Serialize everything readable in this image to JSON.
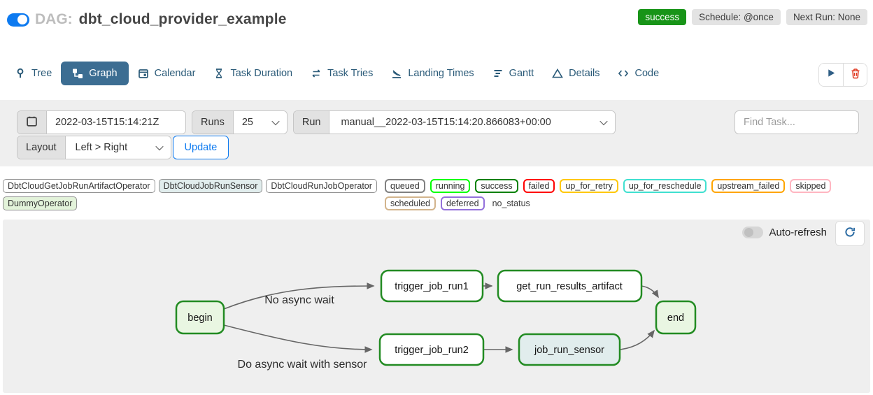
{
  "colors": {
    "accent_blue": "#0d7af0",
    "active_tab": "#3c6d92",
    "success_green": "#189418",
    "edge_gray": "#666666"
  },
  "header": {
    "dag_prefix": "DAG:",
    "dag_title": "dbt_cloud_provider_example",
    "status_badge": "success",
    "schedule_badge": "Schedule: @once",
    "next_run_badge": "Next Run: None"
  },
  "tabs": [
    {
      "label": "Tree",
      "icon": "tree-icon",
      "active": false
    },
    {
      "label": "Graph",
      "icon": "graph-icon",
      "active": true
    },
    {
      "label": "Calendar",
      "icon": "calendar-icon",
      "active": false
    },
    {
      "label": "Task Duration",
      "icon": "hourglass-icon",
      "active": false
    },
    {
      "label": "Task Tries",
      "icon": "repeat-icon",
      "active": false
    },
    {
      "label": "Landing Times",
      "icon": "plane-landing-icon",
      "active": false
    },
    {
      "label": "Gantt",
      "icon": "gantt-icon",
      "active": false
    },
    {
      "label": "Details",
      "icon": "triangle-icon",
      "active": false
    },
    {
      "label": "Code",
      "icon": "code-icon",
      "active": false
    }
  ],
  "filters": {
    "base_date_value": "2022-03-15T15:14:21Z",
    "runs_label": "Runs",
    "runs_value": "25",
    "run_label": "Run",
    "run_value": "manual__2022-03-15T15:14:20.866083+00:00",
    "find_task_placeholder": "Find Task...",
    "layout_label": "Layout",
    "layout_value": "Left > Right",
    "update_label": "Update"
  },
  "legend": {
    "operators": [
      {
        "label": "DbtCloudGetJobRunArtifactOperator",
        "fill": "#ffffff"
      },
      {
        "label": "DbtCloudJobRunSensor",
        "fill": "#e1eded"
      },
      {
        "label": "DbtCloudRunJobOperator",
        "fill": "#ffffff"
      },
      {
        "label": "DummyOperator",
        "fill": "#e3f3da"
      }
    ],
    "states": [
      {
        "label": "queued",
        "color": "#808080"
      },
      {
        "label": "running",
        "color": "#00ff00"
      },
      {
        "label": "success",
        "color": "#008000"
      },
      {
        "label": "failed",
        "color": "#ff0000"
      },
      {
        "label": "up_for_retry",
        "color": "#ffc800"
      },
      {
        "label": "up_for_reschedule",
        "color": "#40e0d0"
      },
      {
        "label": "upstream_failed",
        "color": "#ffa500"
      },
      {
        "label": "skipped",
        "color": "#ffb6c1"
      },
      {
        "label": "scheduled",
        "color": "#d2b48c"
      },
      {
        "label": "deferred",
        "color": "#9370db"
      }
    ],
    "no_status_label": "no_status"
  },
  "graph": {
    "auto_refresh_label": "Auto-refresh",
    "nodes": [
      {
        "id": "begin",
        "label": "begin",
        "fill": "#e9f6e2",
        "stroke": "#228b22"
      },
      {
        "id": "trigger_job_run1",
        "label": "trigger_job_run1",
        "fill": "#ffffff",
        "stroke": "#228b22"
      },
      {
        "id": "get_run_results_artifact",
        "label": "get_run_results_artifact",
        "fill": "#ffffff",
        "stroke": "#228b22"
      },
      {
        "id": "end",
        "label": "end",
        "fill": "#e9f6e2",
        "stroke": "#228b22"
      },
      {
        "id": "trigger_job_run2",
        "label": "trigger_job_run2",
        "fill": "#ffffff",
        "stroke": "#228b22"
      },
      {
        "id": "job_run_sensor",
        "label": "job_run_sensor",
        "fill": "#e1eded",
        "stroke": "#228b22"
      }
    ],
    "edge_labels": [
      "No async wait",
      "Do async wait with sensor"
    ]
  }
}
